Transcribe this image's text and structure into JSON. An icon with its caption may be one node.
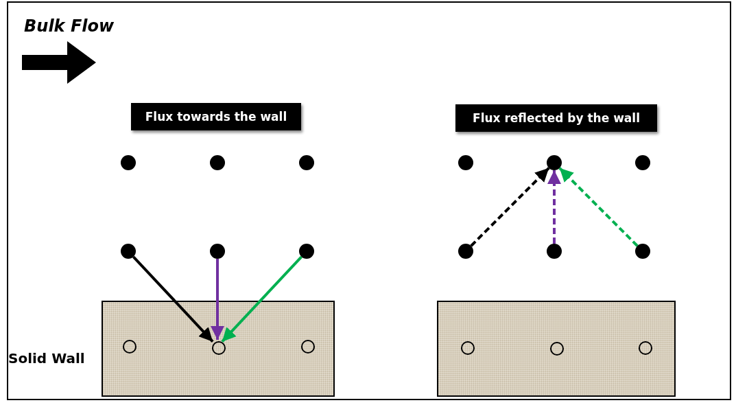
{
  "diagram": {
    "nodes": [
      {
        "text": [
          "Flux towards the wall"
        ]
      },
      {
        "text": [],
        "shape": "dot"
      },
      {
        "text": [],
        "shape": "dot"
      },
      {
        "text": [],
        "shape": "dot"
      },
      {
        "text": [],
        "shape": "dot"
      },
      {
        "text": [],
        "shape": "dot"
      },
      {
        "text": [],
        "shape": "dot"
      },
      {
        "text": [],
        "shape": "box"
      },
      {
        "text": [],
        "shape": "circle",
        "in": 7
      },
      {
        "text": [],
        "shape": "circle",
        "in": 7
      },
      {
        "text": [],
        "shape": "circle",
        "in": 7
      },
      {
        "text": [
          "Flux reflected by the wall"
        ]
      },
      {
        "text": [],
        "shape": "dot"
      },
      {
        "text": [],
        "shape": "dot"
      },
      {
        "text": [],
        "shape": "dot"
      },
      {
        "text": [],
        "shape": "dot"
      },
      {
        "text": [],
        "shape": "dot"
      },
      {
        "text": [],
        "shape": "dot"
      },
      {
        "text": [],
        "shape": "box"
      },
      {
        "text": [],
        "shape": "circle",
        "in": 18
      },
      {
        "text": [],
        "shape": "circle",
        "in": 18
      },
      {
        "text": [],
        "shape": "circle",
        "in": 18
      }
    ],
    "edges": [
      {
        "from": 4,
        "to": 9,
        "arrow": "to",
        "color": "#000000"
      },
      {
        "from": 5,
        "to": 9,
        "arrow": "to",
        "color": "#7030a0"
      },
      {
        "from": 6,
        "to": 9,
        "arrow": "to",
        "color": "#00b050"
      },
      {
        "from": 15,
        "to": 13,
        "arrow": "to",
        "style": "dashed",
        "color": "#000000"
      },
      {
        "from": 16,
        "to": 13,
        "arrow": "to",
        "style": "dashed",
        "color": "#7030a0"
      },
      {
        "from": 17,
        "to": 13,
        "arrow": "to",
        "style": "dashed",
        "color": "#00b050"
      }
    ],
    "labels": [
      "Bulk Flow",
      "Solid Wall"
    ]
  }
}
